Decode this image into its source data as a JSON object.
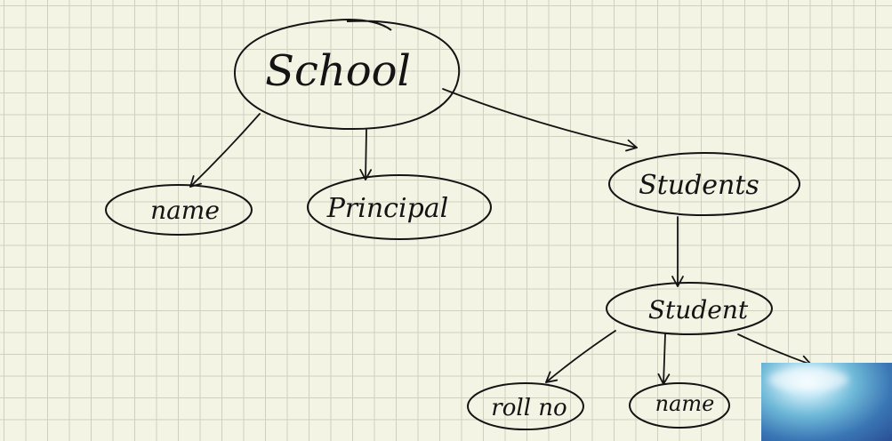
{
  "diagram": {
    "nodes": [
      {
        "id": "school",
        "label": "School"
      },
      {
        "id": "name",
        "label": "name"
      },
      {
        "id": "principal",
        "label": "Principal"
      },
      {
        "id": "students",
        "label": "Students"
      },
      {
        "id": "student",
        "label": "Student"
      },
      {
        "id": "roll-no",
        "label": "roll no"
      },
      {
        "id": "student-name",
        "label": "name"
      }
    ],
    "edges": [
      {
        "from": "school",
        "to": "name"
      },
      {
        "from": "school",
        "to": "principal"
      },
      {
        "from": "school",
        "to": "students"
      },
      {
        "from": "students",
        "to": "student"
      },
      {
        "from": "student",
        "to": "roll-no"
      },
      {
        "from": "student",
        "to": "student-name"
      },
      {
        "from": "student",
        "to": "offscreen"
      }
    ]
  },
  "colors": {
    "ink": "#141414",
    "paper": "#f3f4e4",
    "grid": "#cfd1c0"
  }
}
